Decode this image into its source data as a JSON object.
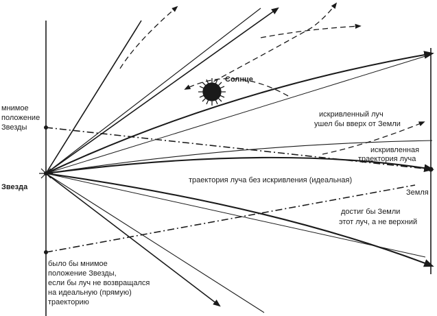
{
  "labels": {
    "star": "Звезда",
    "sun": "Солнце",
    "earth": "Земля",
    "apparent_position": [
      "мнимое",
      "положение",
      "Звезды"
    ],
    "curved_up": [
      "искривленный луч",
      "ушел бы вверх от Земли"
    ],
    "curved_trajectory": [
      "искривленная",
      "траектория луча"
    ],
    "ideal_trajectory": "траектория луча без искривления (идеальная)",
    "would_reach": [
      "достиг бы Земли",
      "этот луч, а не верхний"
    ],
    "would_be_apparent": [
      "было бы мнимое",
      "положение Звезды,",
      "если бы луч не возвращался",
      "на идеальную (прямую)",
      "траекторию"
    ]
  },
  "colors": {
    "ink": "#1a1a1a",
    "background": "#ffffff"
  }
}
